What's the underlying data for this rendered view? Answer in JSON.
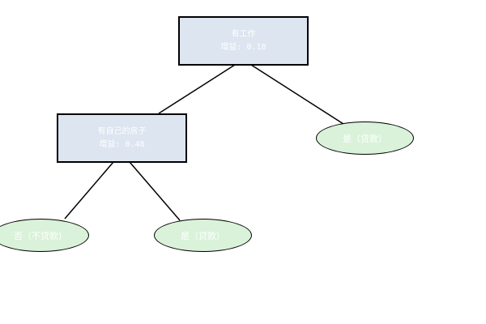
{
  "tree": {
    "root": {
      "feature": "有工作",
      "gain_label": "增益: 0.18"
    },
    "node_house": {
      "feature": "有自己的房子",
      "gain_label": "增益: 0.48"
    },
    "leaves": {
      "job_yes": "是（贷款）",
      "house_no": "否（不贷款）",
      "house_yes": "是（贷款）"
    }
  },
  "colors": {
    "decision_fill": "#dce5f0",
    "leaf_fill": "#d9f2d9",
    "border": "#000000",
    "label_text": "#ffffff"
  }
}
